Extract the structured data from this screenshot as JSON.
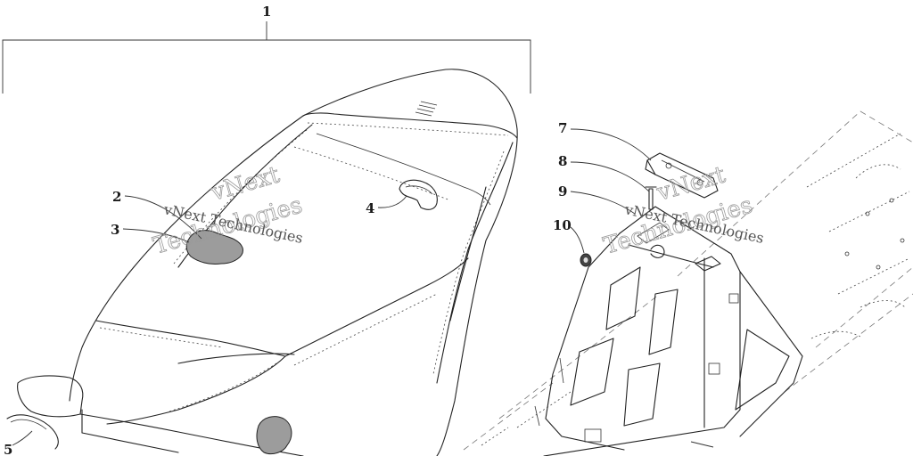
{
  "callouts": {
    "c1": "1",
    "c2": "2",
    "c3": "3",
    "c4": "4",
    "c5": "5",
    "c7": "7",
    "c8": "8",
    "c9": "9",
    "c10": "10"
  },
  "watermark": {
    "left": "vNext Technologies",
    "right": "vNext Technologies",
    "outline_left_top": "vNext",
    "outline_left_bottom": "Technologies",
    "outline_right_top": "vNext",
    "outline_right_bottom": "Technologies"
  },
  "colors": {
    "line": "#222222",
    "background": "#ffffff",
    "foam": "#555555"
  }
}
